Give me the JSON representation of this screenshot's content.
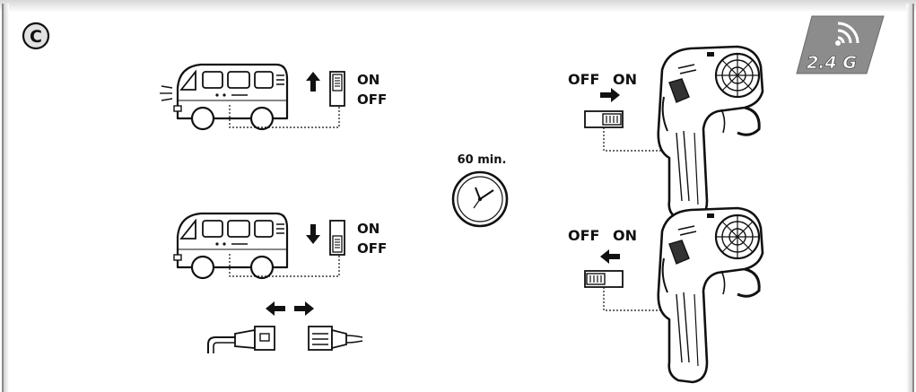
{
  "section_letter": "C",
  "badge": {
    "text": "2.4 G",
    "icon": "wifi-signal-icon",
    "color": "#8c8c8c"
  },
  "vehicle_on": {
    "switch_on_label": "ON",
    "switch_off_label": "OFF",
    "arrow": "up"
  },
  "vehicle_off": {
    "switch_on_label": "ON",
    "switch_off_label": "OFF",
    "arrow": "down"
  },
  "timer": {
    "label": "60 min.",
    "icon": "clock-icon"
  },
  "connector": {
    "icon": "battery-connector-icon",
    "arrows": "left-right"
  },
  "remote_on": {
    "off_label": "OFF",
    "on_label": "ON",
    "arrow": "right"
  },
  "remote_off": {
    "off_label": "OFF",
    "on_label": "ON",
    "arrow": "left"
  }
}
